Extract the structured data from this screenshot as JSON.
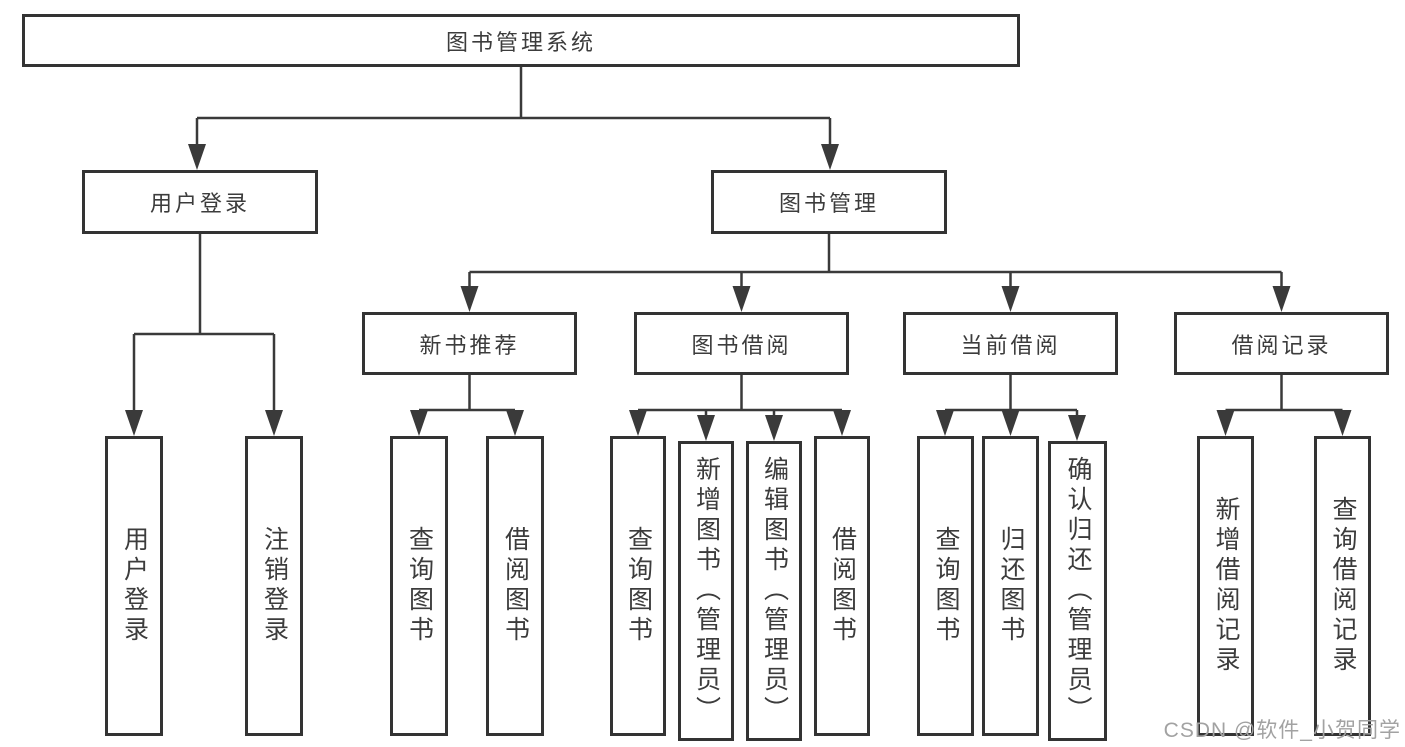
{
  "tree": {
    "label": "图书管理系统",
    "children": [
      {
        "label": "用户登录",
        "children": [
          {
            "label": "用户登录"
          },
          {
            "label": "注销登录"
          }
        ]
      },
      {
        "label": "图书管理",
        "children": [
          {
            "label": "新书推荐",
            "children": [
              {
                "label": "查询图书"
              },
              {
                "label": "借阅图书"
              }
            ]
          },
          {
            "label": "图书借阅",
            "children": [
              {
                "label": "查询图书"
              },
              {
                "label": "新增图书（管理员）"
              },
              {
                "label": "编辑图书（管理员）"
              },
              {
                "label": "借阅图书"
              }
            ]
          },
          {
            "label": "当前借阅",
            "children": [
              {
                "label": "查询图书"
              },
              {
                "label": "归还图书"
              },
              {
                "label": "确认归还（管理员）"
              }
            ]
          },
          {
            "label": "借阅记录",
            "children": [
              {
                "label": "新增借阅记录"
              },
              {
                "label": "查询借阅记录"
              }
            ]
          }
        ]
      }
    ]
  },
  "watermark": {
    "text": "CSDN @软件_小贺同学"
  },
  "colors": {
    "line": "#3a3a3a",
    "box_border": "#333333",
    "text": "#3c3c3c",
    "background": "#ffffff",
    "watermark": "#a2a2a2"
  }
}
